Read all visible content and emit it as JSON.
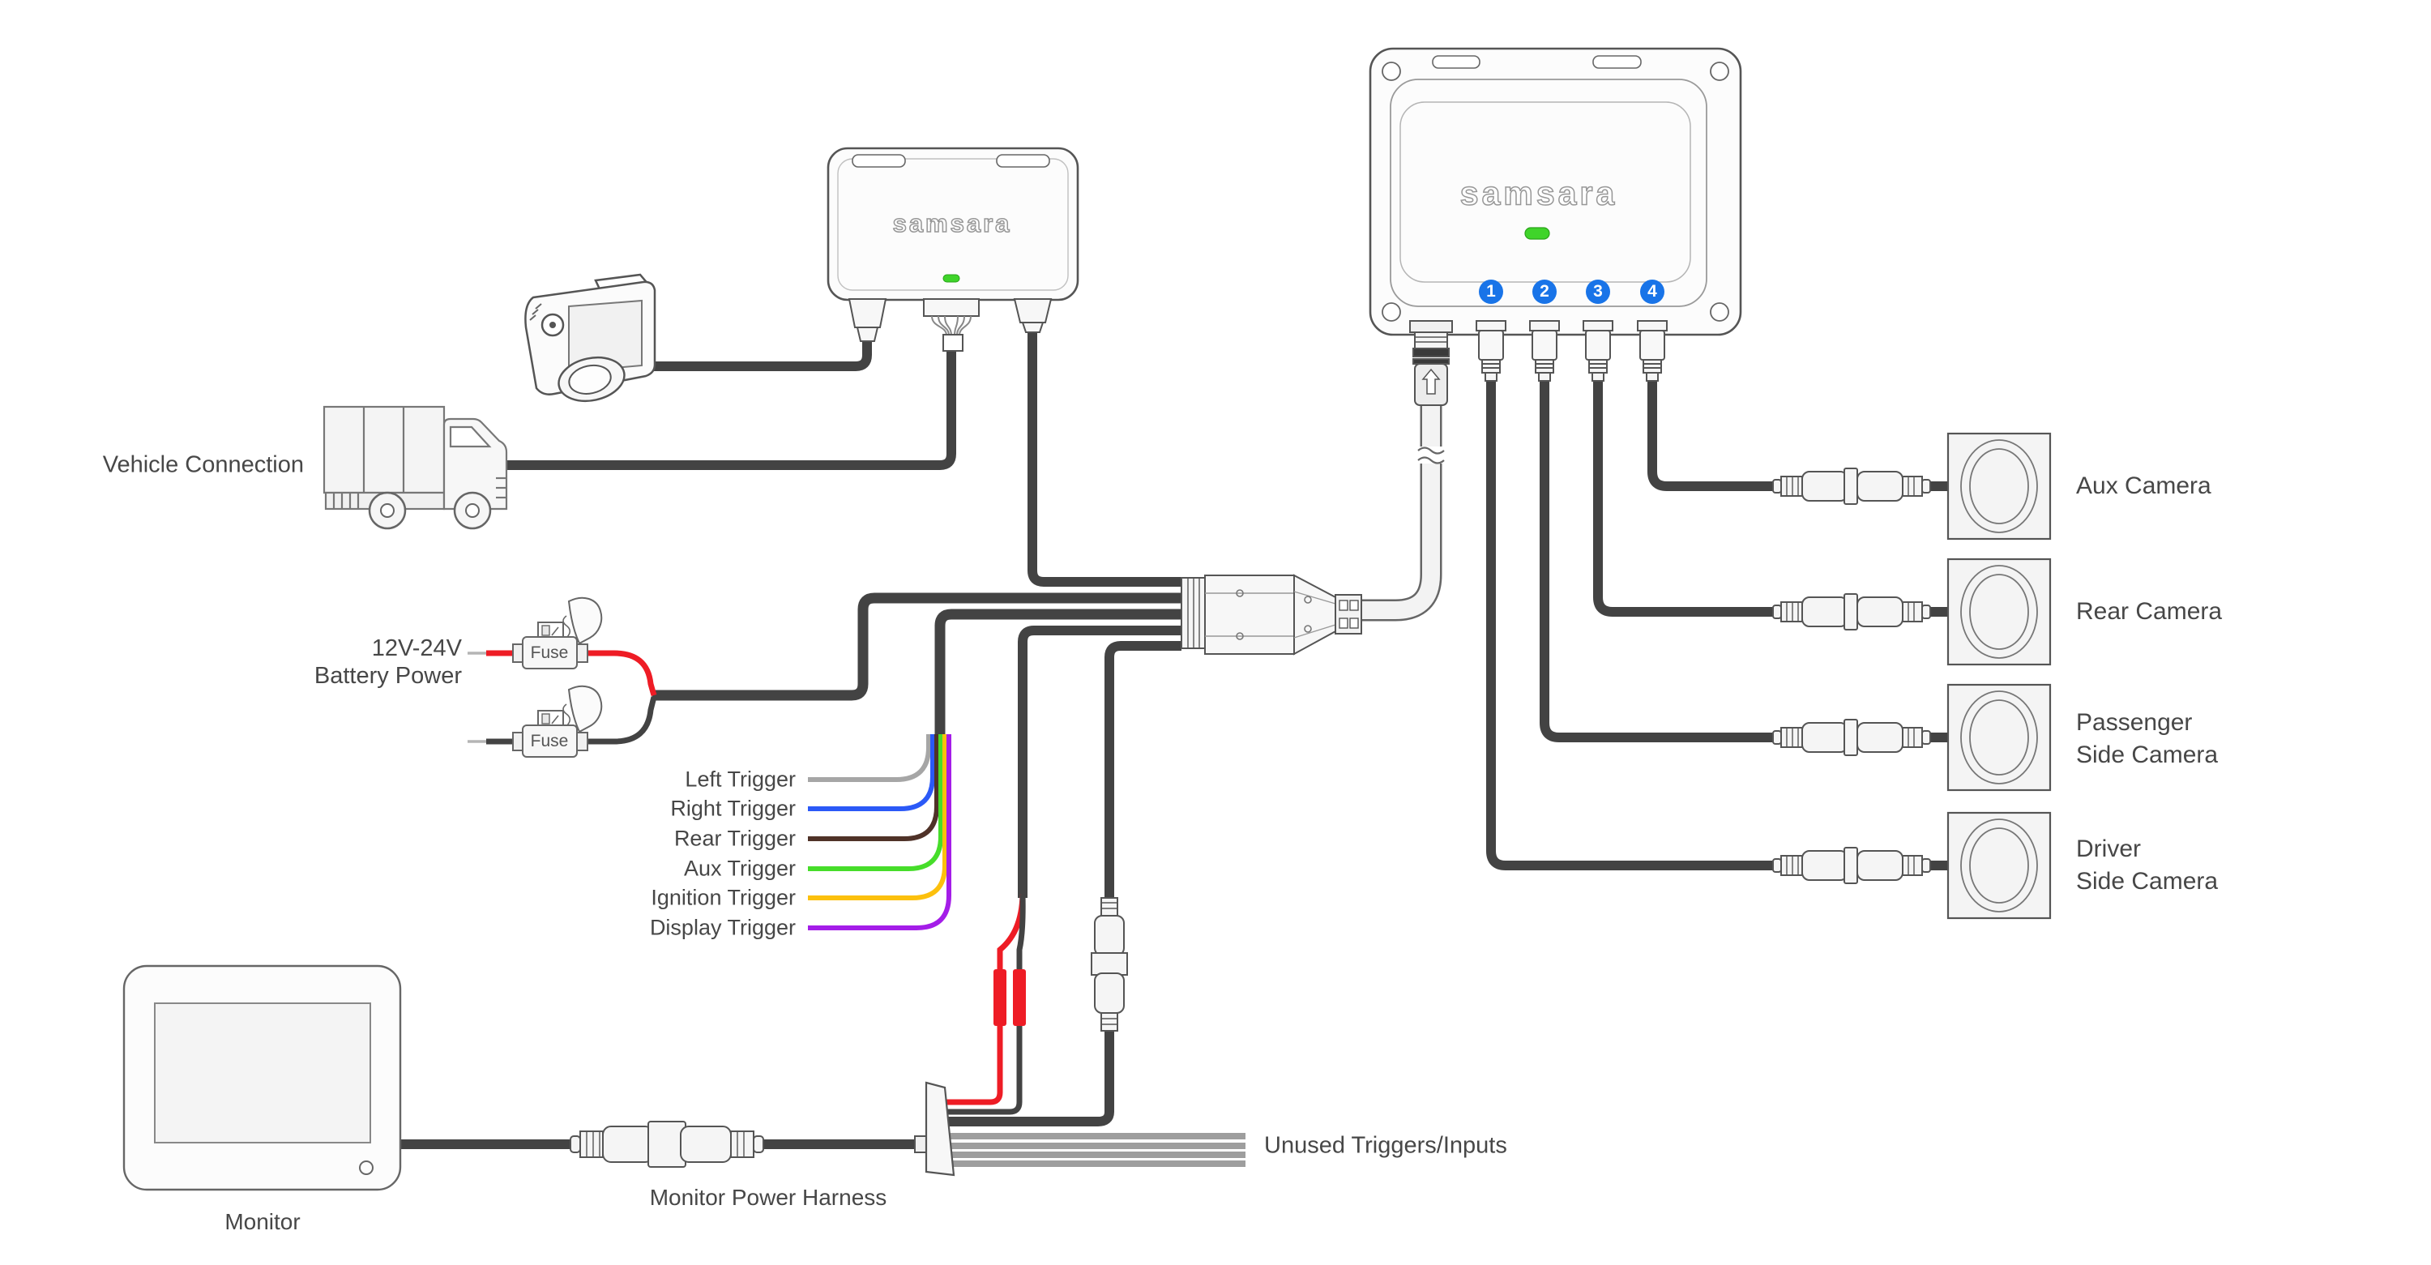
{
  "brand": "samsara",
  "hub": {
    "logo": "samsara",
    "ports": [
      "1",
      "2",
      "3",
      "4"
    ],
    "led_on": true
  },
  "gateway": {
    "logo": "samsara",
    "led_on": true
  },
  "labels": {
    "vehicle_connection": "Vehicle Connection",
    "battery_line1": "12V-24V",
    "battery_line2": "Battery Power",
    "fuse": "Fuse",
    "monitor": "Monitor",
    "monitor_power_harness": "Monitor Power Harness",
    "unused": "Unused Triggers/Inputs"
  },
  "triggers": [
    {
      "label": "Left Trigger",
      "color": "#a6a6a6"
    },
    {
      "label": "Right Trigger",
      "color": "#2b59f7"
    },
    {
      "label": "Rear Trigger",
      "color": "#4f3228"
    },
    {
      "label": "Aux Trigger",
      "color": "#46dd2a"
    },
    {
      "label": "Ignition Trigger",
      "color": "#fcc00d"
    },
    {
      "label": "Display Trigger",
      "color": "#a41de8"
    }
  ],
  "cameras": [
    {
      "line1": "Aux Camera",
      "line2": ""
    },
    {
      "line1": "Rear Camera",
      "line2": ""
    },
    {
      "line1": "Passenger",
      "line2": "Side Camera"
    },
    {
      "line1": "Driver",
      "line2": "Side Camera"
    }
  ],
  "colors": {
    "port_badge": "#1974e8",
    "led_green": "#3fd42a",
    "power_red": "#ee1c25",
    "cable_dark": "#434343",
    "unused_gray": "#9e9e9e",
    "device_outline": "#555555"
  }
}
